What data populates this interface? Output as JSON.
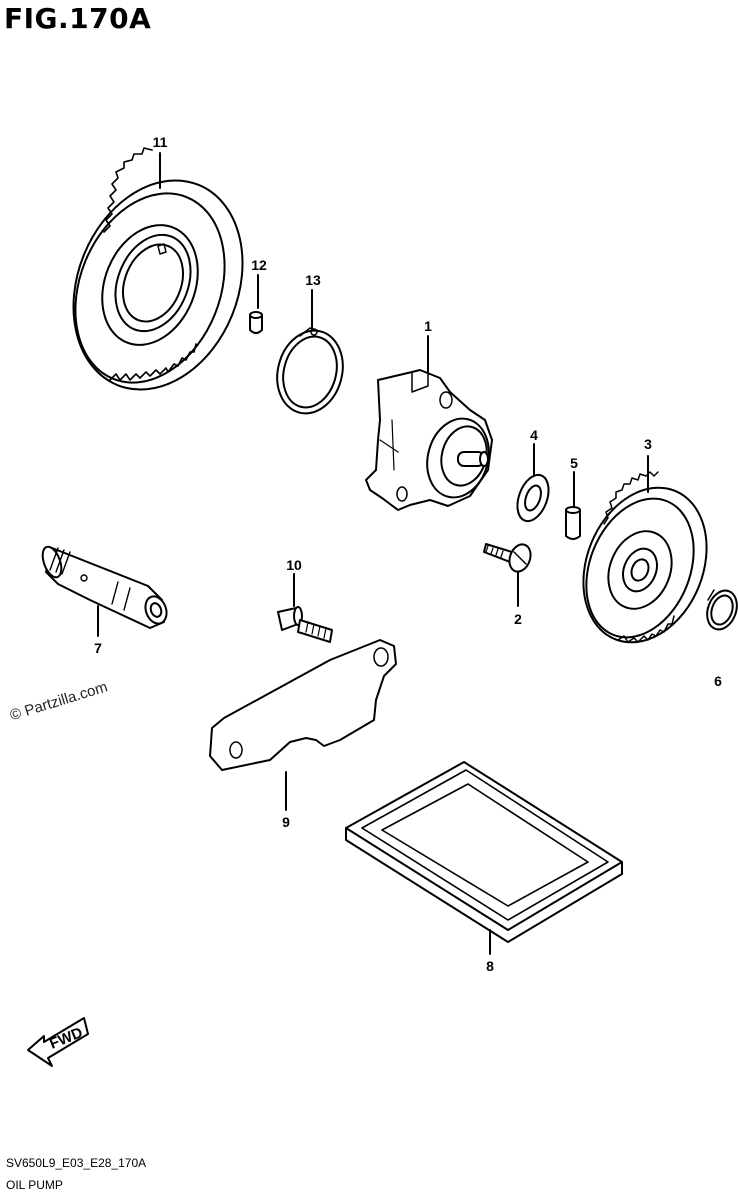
{
  "figure": {
    "title": "FIG.170A",
    "code": "SV650L9_E03_E28_170A",
    "name": "OIL PUMP",
    "watermark": "© Partzilla.com",
    "direction_label": "FWD"
  },
  "callouts": [
    "1",
    "2",
    "3",
    "4",
    "5",
    "6",
    "7",
    "8",
    "9",
    "10",
    "11",
    "12",
    "13"
  ]
}
